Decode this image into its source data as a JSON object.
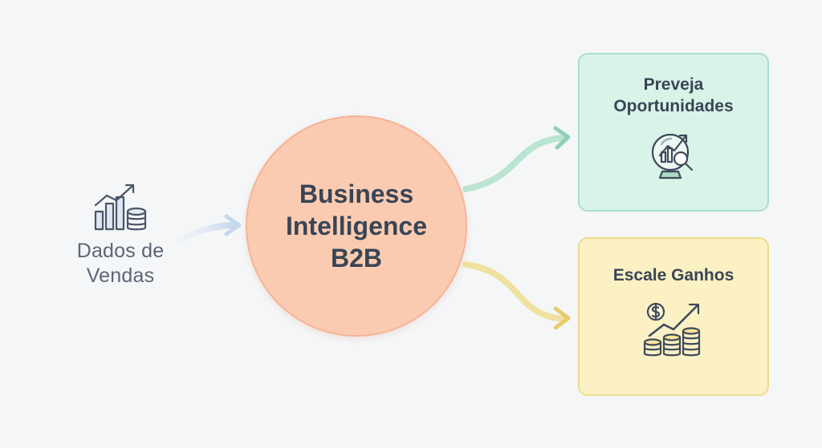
{
  "source": {
    "label_line1": "Dados de",
    "label_line2": "Vendas",
    "icon": "sales-chart-coins-icon"
  },
  "hub": {
    "line1": "Business",
    "line2": "Intelligence",
    "line3": "B2B"
  },
  "outputs": [
    {
      "line1": "Preveja",
      "line2": "Oportunidades",
      "icon": "crystal-ball-chart-icon",
      "color": "#daf3e8"
    },
    {
      "line1": "Escale Ganhos",
      "icon": "growth-coins-icon",
      "color": "#fbf1c4"
    }
  ],
  "colors": {
    "background": "#f4f6f8",
    "hub": "#fbcbb1",
    "input_arrow": "#c9d9ec",
    "green_arrow": "#b9e4d0",
    "yellow_arrow": "#f1e1a0",
    "text": "#394555"
  }
}
